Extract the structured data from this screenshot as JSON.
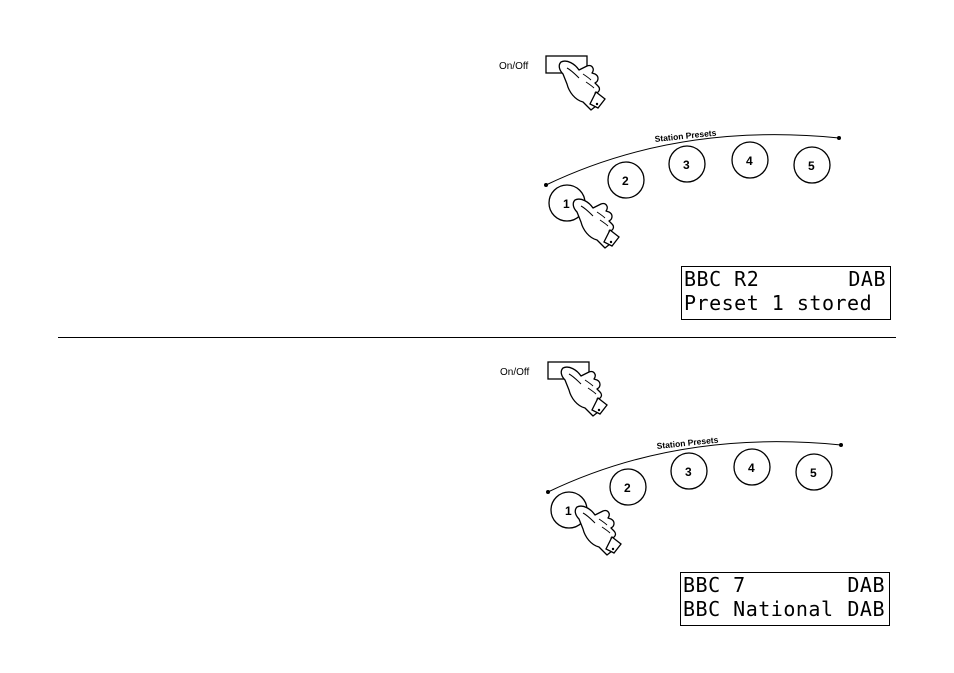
{
  "panels": [
    {
      "onoff_label": "On/Off",
      "arc_label": "Station Presets",
      "preset_buttons": [
        "1",
        "2",
        "3",
        "4",
        "5"
      ],
      "display": {
        "line1_left": "BBC R2",
        "line1_right": "DAB",
        "line2_left": "Preset 1 stored",
        "line2_right": ""
      }
    },
    {
      "onoff_label": "On/Off",
      "arc_label": "Station Presets",
      "preset_buttons": [
        "1",
        "2",
        "3",
        "4",
        "5"
      ],
      "display": {
        "line1_left": "BBC 7",
        "line1_right": "DAB",
        "line2_left": "BBC National",
        "line2_right": "DAB"
      }
    }
  ],
  "icons": [
    "hand-pointer-icon"
  ]
}
